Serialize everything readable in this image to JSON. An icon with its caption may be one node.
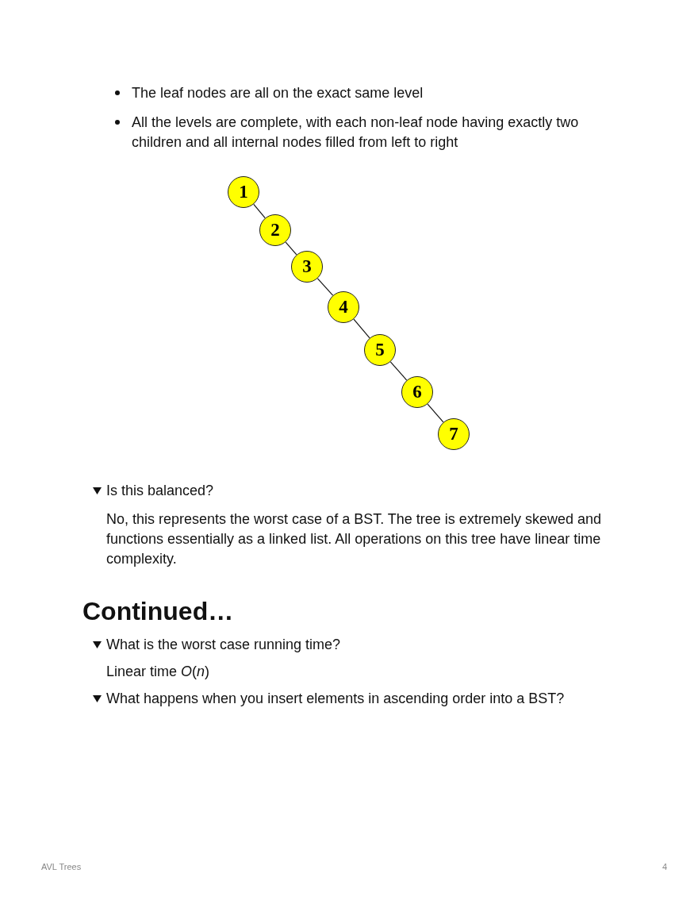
{
  "diagram": {
    "nodes": [
      {
        "text": [
          "1"
        ]
      },
      {
        "text": [
          "2"
        ]
      },
      {
        "text": [
          "3"
        ]
      },
      {
        "text": [
          "4"
        ]
      },
      {
        "text": [
          "5"
        ]
      },
      {
        "text": [
          "6"
        ]
      },
      {
        "text": [
          "7"
        ]
      }
    ],
    "edges": [
      {
        "from": 0,
        "to": 1,
        "arrow": "none"
      },
      {
        "from": 1,
        "to": 2,
        "arrow": "none"
      },
      {
        "from": 2,
        "to": 3,
        "arrow": "none"
      },
      {
        "from": 3,
        "to": 4,
        "arrow": "none"
      },
      {
        "from": 4,
        "to": 5,
        "arrow": "none"
      },
      {
        "from": 5,
        "to": 6,
        "arrow": "none"
      }
    ],
    "labels": [
      "The leaf nodes are all on the exact same level",
      "All the levels are complete, with each non-leaf node having exactly two children and all internal nodes filled from left to right",
      "Is this balanced?",
      "No, this represents the worst case of a BST. The tree is extremely skewed and functions essentially as a linked list. All operations on this tree have linear time complexity.",
      "Continued…",
      "What is the worst case running time?",
      "Linear time *O*(*n*)",
      "What happens when you insert elements in ascending order into a BST?",
      "AVL Trees",
      "4"
    ]
  }
}
